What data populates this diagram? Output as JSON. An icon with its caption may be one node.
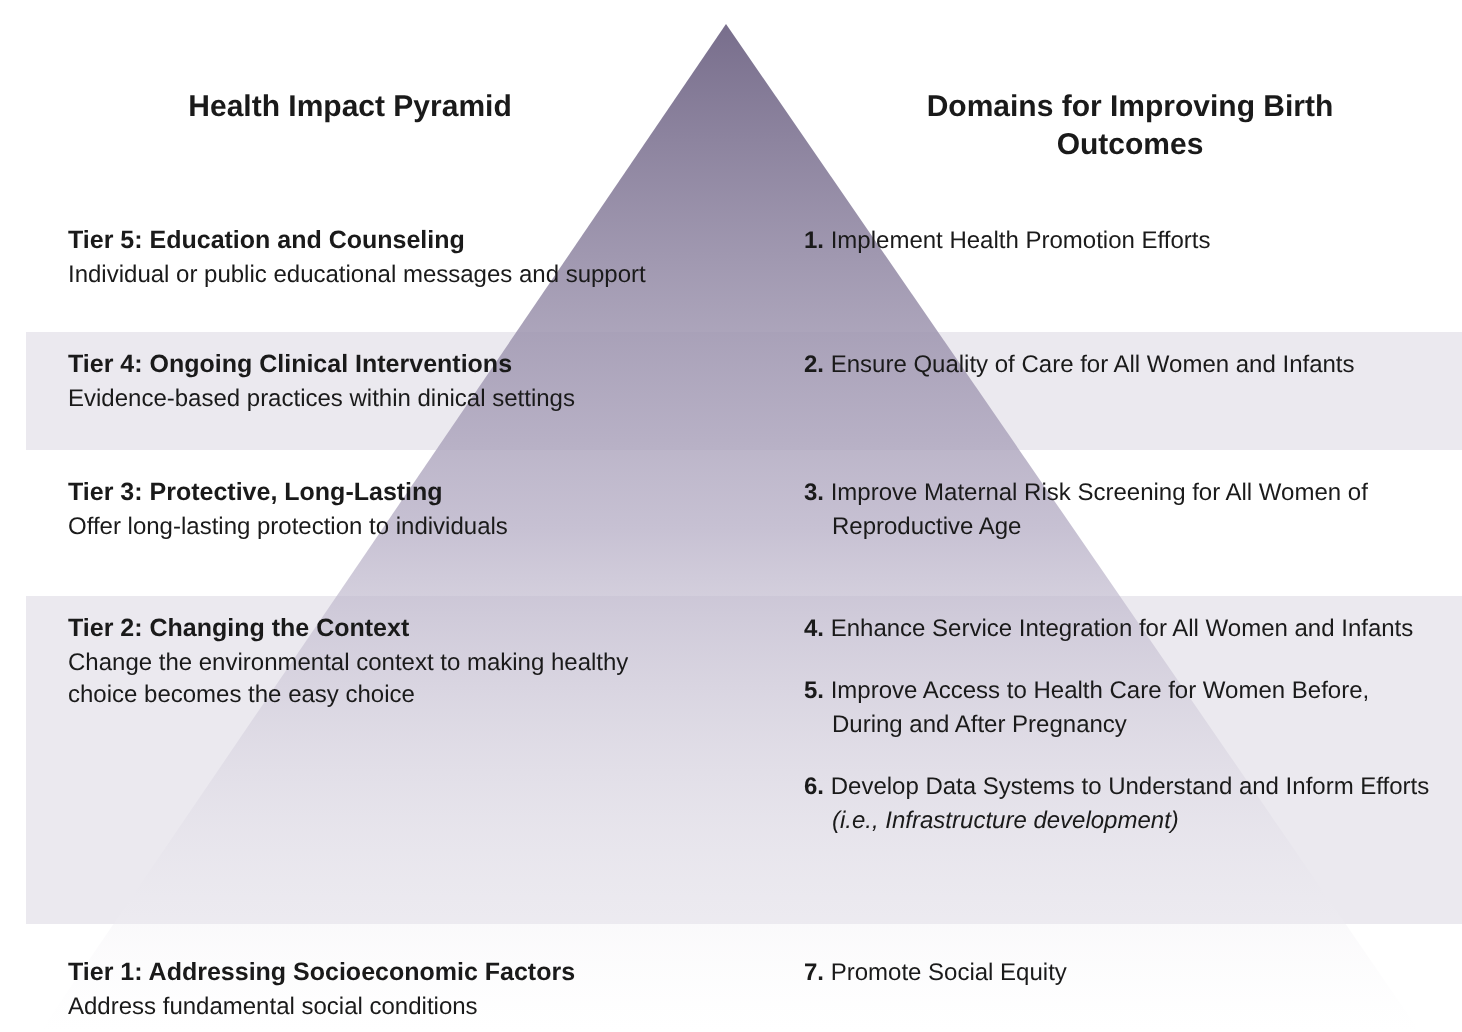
{
  "diagram": {
    "nodes": [
      {
        "text": [
          "Tier 5: Education and Counseling",
          "Individual or public educational messages and support",
          "**1.** Implement Health Promotion Efforts"
        ]
      },
      {
        "text": [
          "Tier 4: Ongoing Clinical Interventions",
          "Evidence-based practices within dinical settings",
          "**2.** Ensure Quality of Care for All Women and Infants"
        ]
      },
      {
        "text": [
          "Tier 3: Protective, Long-Lasting",
          "Offer long-lasting protection to individuals",
          "**3.** Improve Maternal Risk Screening for All Women of Reproductive Age"
        ]
      },
      {
        "text": [
          "Tier 2: Changing the Context",
          "Change the environmental context to making healthy choice becomes the easy choice",
          "**4.** Enhance Service Integration for All Women and Infants",
          "**5.** Improve Access to Health Care for Women Before, During and After Pregnancy",
          "**6.** Develop Data Systems to Understand and Inform Efforts *(i.e., Infrastructure development)*"
        ]
      },
      {
        "text": [
          "Tier 1: Addressing Socioeconomic Factors",
          "Address fundamental social conditions",
          "**7.** Promote Social Equity"
        ]
      }
    ],
    "labels": [
      "Health Impact Pyramid",
      "Domains for Improving Birth Outcomes"
    ]
  }
}
